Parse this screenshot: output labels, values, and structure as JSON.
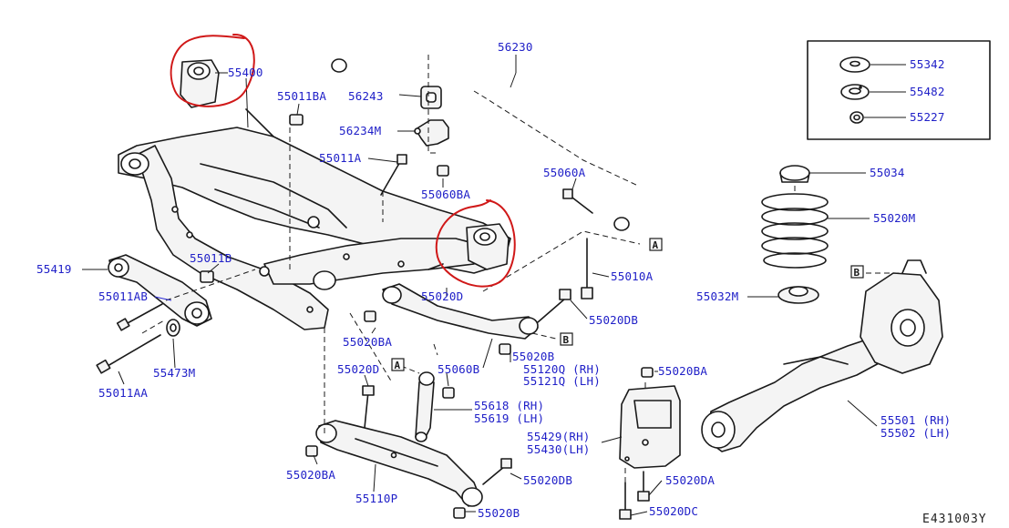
{
  "diagram_code": "E431003Y",
  "part_labels": {
    "p55400": "55400",
    "p56230": "56230",
    "p55011BA": "55011BA",
    "p56243": "56243",
    "p56234M": "56234M",
    "p55011A": "55011A",
    "p55060BA": "55060BA",
    "p55060A": "55060A",
    "p55419": "55419",
    "p55011B": "55011B",
    "p55011AB": "55011AB",
    "p55473M": "55473M",
    "p55011AA": "55011AA",
    "p55020BA_a": "55020BA",
    "p55020D_a": "55020D",
    "p55010A": "55010A",
    "p55020DB_a": "55020DB",
    "p55020B_a": "55020B",
    "p55120Q": "55120Q (RH)",
    "p55121Q": "55121Q (LH)",
    "p55020D_b": "55020D",
    "p55060B": "55060B",
    "p55618": "55618 (RH)",
    "p55619": "55619 (LH)",
    "p55429": "55429(RH)",
    "p55430": "55430(LH)",
    "p55020BA_b": "55020BA",
    "p55020DA": "55020DA",
    "p55020DC": "55020DC",
    "p55020BA_c": "55020BA",
    "p55110P": "55110P",
    "p55020DB_b": "55020DB",
    "p55020B_b": "55020B",
    "p55034": "55034",
    "p55020M": "55020M",
    "p55032M": "55032M",
    "p55501": "55501 (RH)",
    "p55502": "55502 (LH)",
    "p55342": "55342",
    "p55482": "55482",
    "p55227": "55227"
  },
  "reference_markers": {
    "a1": "A",
    "a2": "A",
    "b1": "B",
    "b2": "B"
  },
  "colors": {
    "label": "#2020c8",
    "line": "#1a1a1a",
    "annotation": "#d01818"
  }
}
